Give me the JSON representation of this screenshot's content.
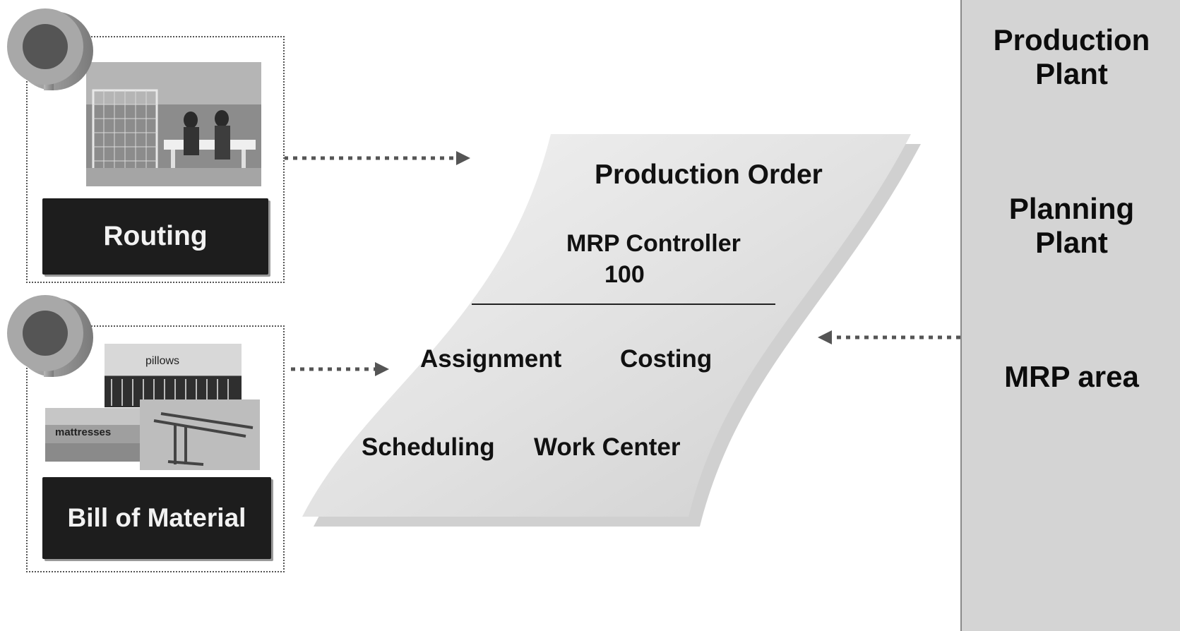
{
  "right_panel": {
    "items": [
      "Production\nPlant",
      "Planning\nPlant",
      "MRP area"
    ]
  },
  "routing": {
    "label": "Routing"
  },
  "bom": {
    "label": "Bill of Material",
    "photo_labels": [
      "pillows",
      "mattresses"
    ]
  },
  "production_order": {
    "title": "Production Order",
    "mrp_controller_label": "MRP Controller",
    "mrp_controller_value": "100",
    "items": [
      "Assignment",
      "Costing",
      "Scheduling",
      "Work Center"
    ]
  },
  "colors": {
    "panel": "#d4d4d4",
    "label_bar": "#1d1d1d",
    "sheet": "#e6e6e6"
  },
  "icons": [
    "database-cylinder-icon",
    "arrow-right-icon",
    "arrow-left-icon"
  ]
}
